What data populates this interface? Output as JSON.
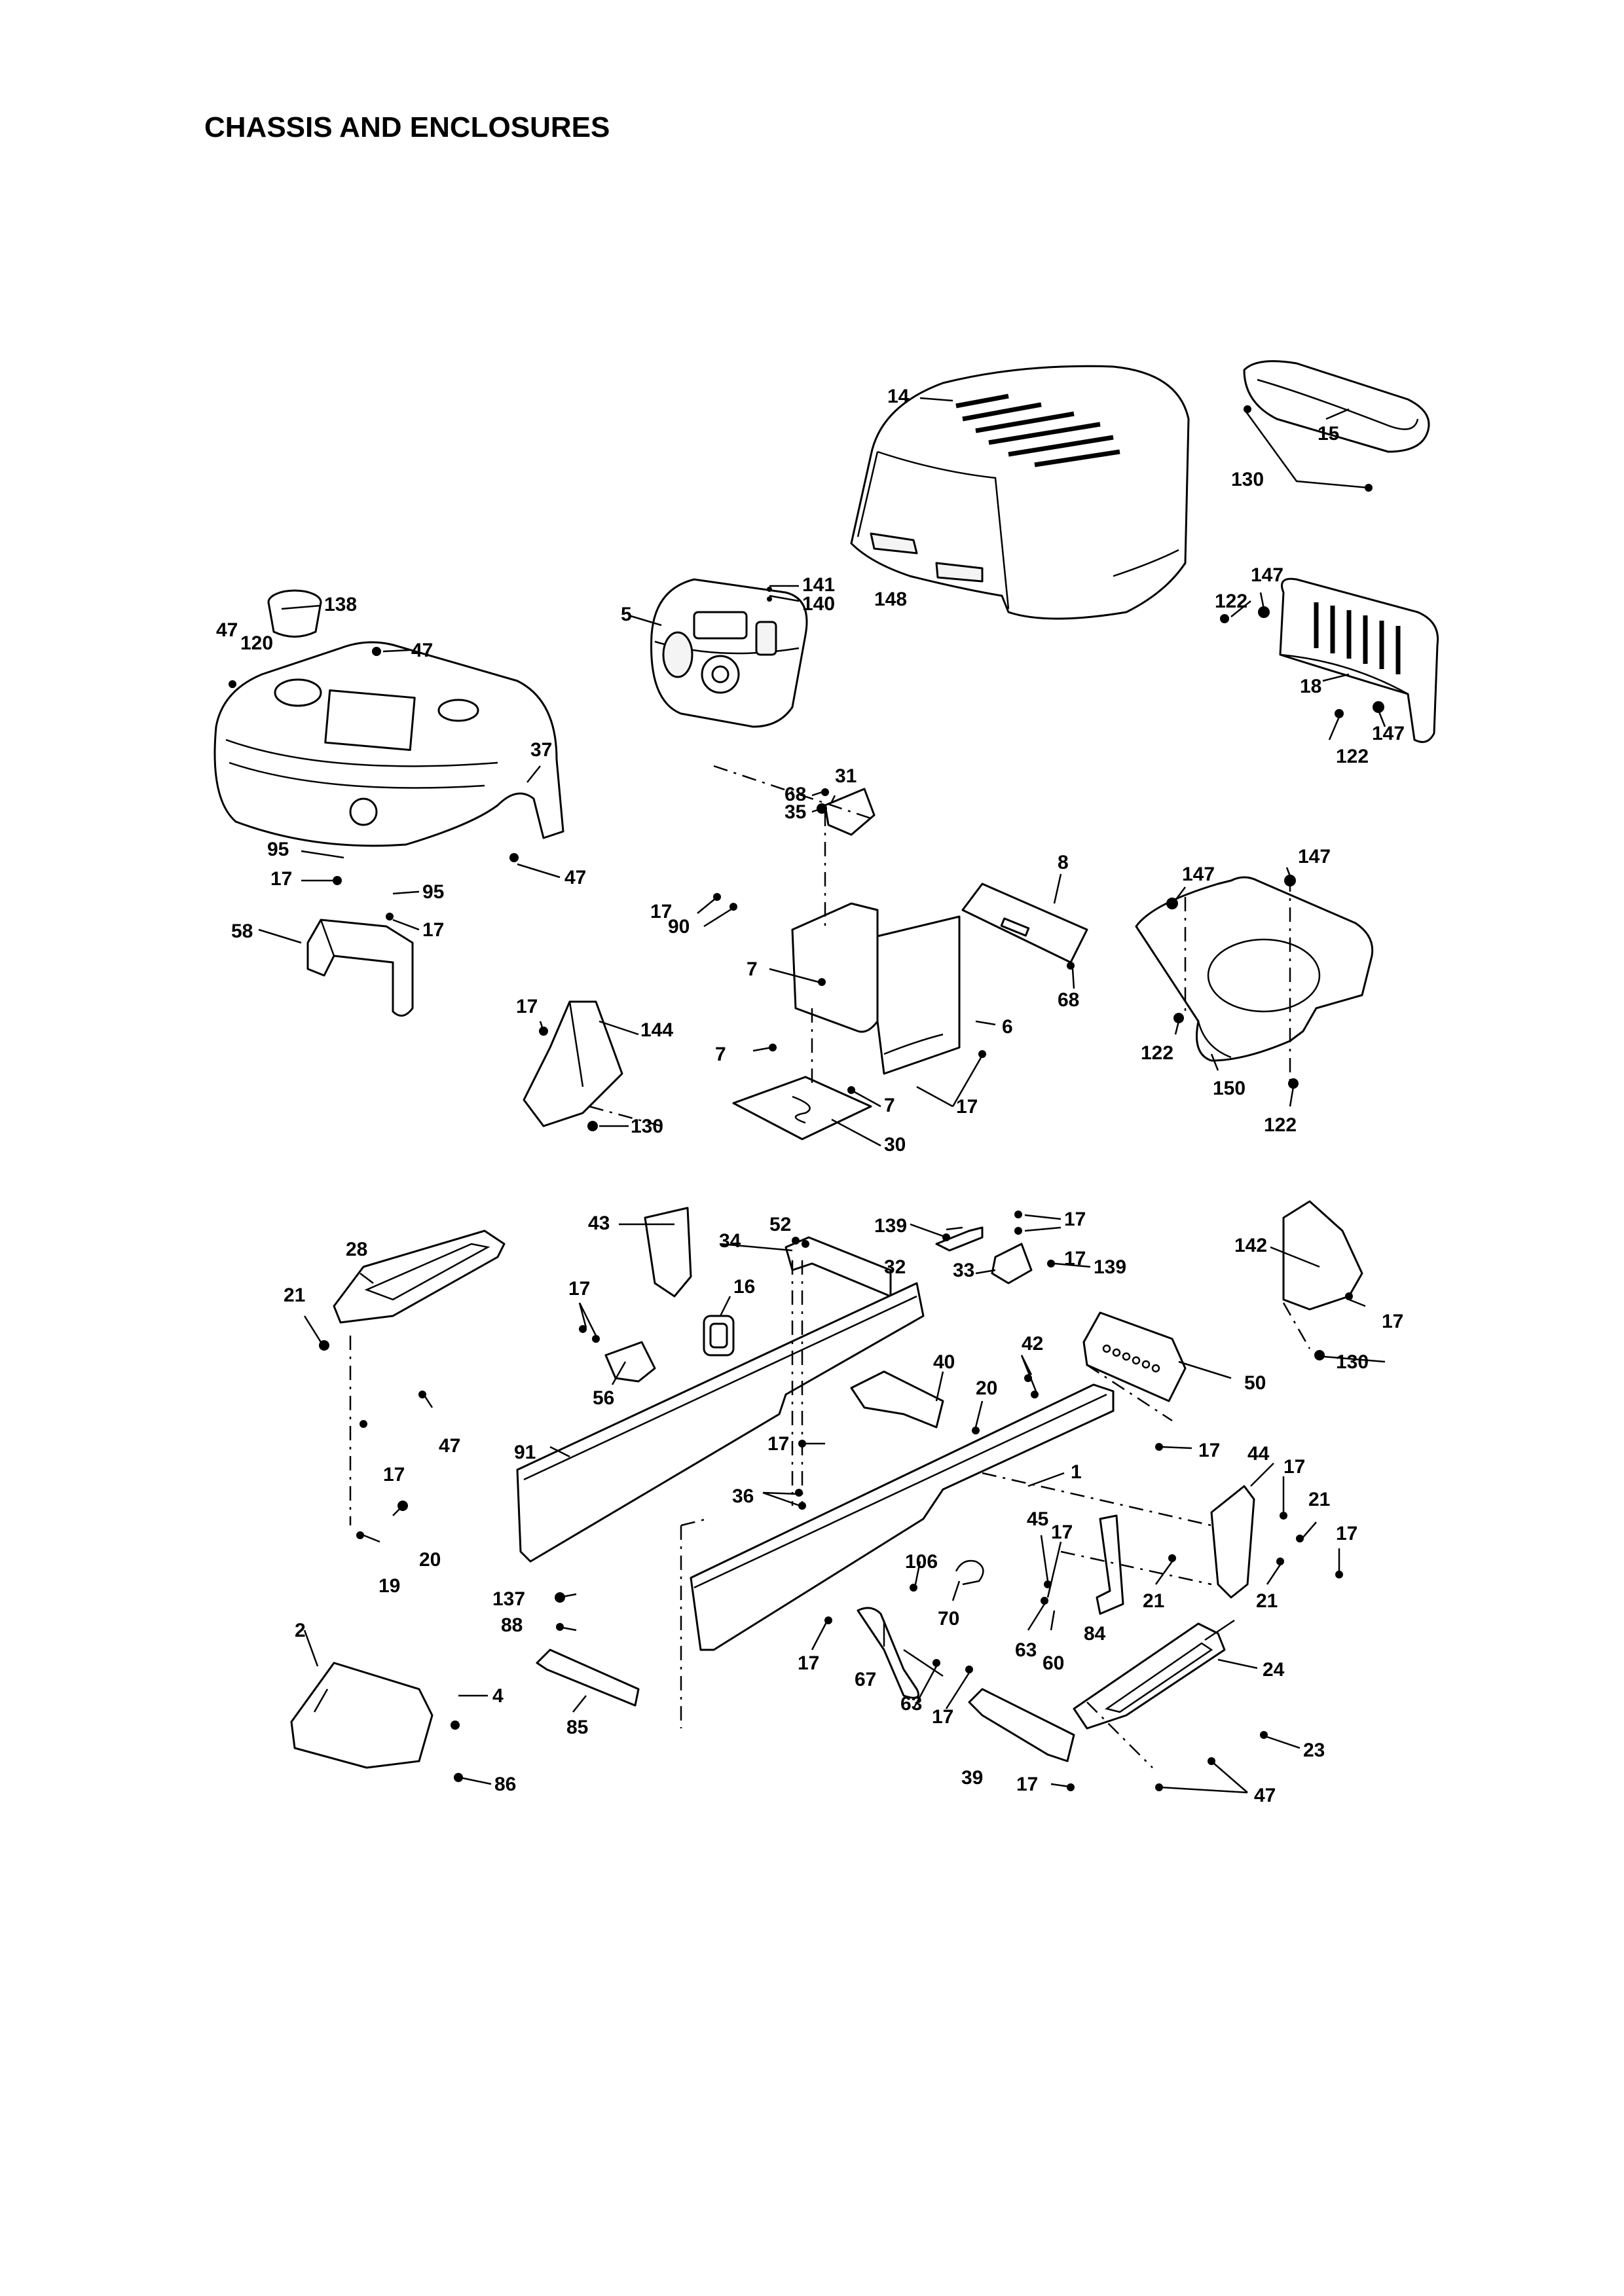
{
  "title": "CHASSIS AND ENCLOSURES",
  "labels": [
    {
      "id": "l14",
      "text": "14"
    },
    {
      "id": "l15",
      "text": "15"
    },
    {
      "id": "l130a",
      "text": "130"
    },
    {
      "id": "l141",
      "text": "141"
    },
    {
      "id": "l140",
      "text": "140"
    },
    {
      "id": "l148",
      "text": "148"
    },
    {
      "id": "l5",
      "text": "5"
    },
    {
      "id": "l147a",
      "text": "147"
    },
    {
      "id": "l122a",
      "text": "122"
    },
    {
      "id": "l18",
      "text": "18"
    },
    {
      "id": "l147b",
      "text": "147"
    },
    {
      "id": "l122b",
      "text": "122"
    },
    {
      "id": "l138",
      "text": "138"
    },
    {
      "id": "l47a",
      "text": "47"
    },
    {
      "id": "l120",
      "text": "120"
    },
    {
      "id": "l47b",
      "text": "47"
    },
    {
      "id": "l37",
      "text": "37"
    },
    {
      "id": "l95a",
      "text": "95"
    },
    {
      "id": "l17a",
      "text": "17"
    },
    {
      "id": "l47c",
      "text": "47"
    },
    {
      "id": "l95b",
      "text": "95"
    },
    {
      "id": "l17b",
      "text": "17"
    },
    {
      "id": "l58",
      "text": "58"
    },
    {
      "id": "l68a",
      "text": "68"
    },
    {
      "id": "l31",
      "text": "31"
    },
    {
      "id": "l35",
      "text": "35"
    },
    {
      "id": "l8",
      "text": "8"
    },
    {
      "id": "l147c",
      "text": "147"
    },
    {
      "id": "l147d",
      "text": "147"
    },
    {
      "id": "l17c",
      "text": "17"
    },
    {
      "id": "l90",
      "text": "90"
    },
    {
      "id": "l7a",
      "text": "7"
    },
    {
      "id": "l6",
      "text": "6"
    },
    {
      "id": "l68b",
      "text": "68"
    },
    {
      "id": "l122c",
      "text": "122"
    },
    {
      "id": "l150",
      "text": "150"
    },
    {
      "id": "l122d",
      "text": "122"
    },
    {
      "id": "l17d",
      "text": "17"
    },
    {
      "id": "l144",
      "text": "144"
    },
    {
      "id": "l7b",
      "text": "7"
    },
    {
      "id": "l7c",
      "text": "7"
    },
    {
      "id": "l17e",
      "text": "17"
    },
    {
      "id": "l130b",
      "text": "130"
    },
    {
      "id": "l30",
      "text": "30"
    },
    {
      "id": "l43",
      "text": "43"
    },
    {
      "id": "l52",
      "text": "52"
    },
    {
      "id": "l139a",
      "text": "139"
    },
    {
      "id": "l17f",
      "text": "17"
    },
    {
      "id": "l32",
      "text": "32"
    },
    {
      "id": "l17g",
      "text": "17"
    },
    {
      "id": "l34",
      "text": "34"
    },
    {
      "id": "l33",
      "text": "33"
    },
    {
      "id": "l139b",
      "text": "139"
    },
    {
      "id": "l142",
      "text": "142"
    },
    {
      "id": "l28",
      "text": "28"
    },
    {
      "id": "l21a",
      "text": "21"
    },
    {
      "id": "l17h",
      "text": "17"
    },
    {
      "id": "l16",
      "text": "16"
    },
    {
      "id": "l17i",
      "text": "17"
    },
    {
      "id": "l130c",
      "text": "130"
    },
    {
      "id": "l56",
      "text": "56"
    },
    {
      "id": "l40",
      "text": "40"
    },
    {
      "id": "l42",
      "text": "42"
    },
    {
      "id": "l50",
      "text": "50"
    },
    {
      "id": "l20a",
      "text": "20"
    },
    {
      "id": "l47d",
      "text": "47"
    },
    {
      "id": "l91",
      "text": "91"
    },
    {
      "id": "l17j",
      "text": "17"
    },
    {
      "id": "l17k",
      "text": "17"
    },
    {
      "id": "l17l",
      "text": "17"
    },
    {
      "id": "l44",
      "text": "44"
    },
    {
      "id": "l17m",
      "text": "17"
    },
    {
      "id": "l1",
      "text": "1"
    },
    {
      "id": "l21b",
      "text": "21"
    },
    {
      "id": "l36",
      "text": "36"
    },
    {
      "id": "l45",
      "text": "45"
    },
    {
      "id": "l17n",
      "text": "17"
    },
    {
      "id": "l17o",
      "text": "17"
    },
    {
      "id": "l20b",
      "text": "20"
    },
    {
      "id": "l19",
      "text": "19"
    },
    {
      "id": "l106",
      "text": "106"
    },
    {
      "id": "l21c",
      "text": "21"
    },
    {
      "id": "l21d",
      "text": "21"
    },
    {
      "id": "l137",
      "text": "137"
    },
    {
      "id": "l70",
      "text": "70"
    },
    {
      "id": "l88",
      "text": "88"
    },
    {
      "id": "l84",
      "text": "84"
    },
    {
      "id": "l63a",
      "text": "63"
    },
    {
      "id": "l60",
      "text": "60"
    },
    {
      "id": "l2",
      "text": "2"
    },
    {
      "id": "l17p",
      "text": "17"
    },
    {
      "id": "l67",
      "text": "67"
    },
    {
      "id": "l24",
      "text": "24"
    },
    {
      "id": "l4",
      "text": "4"
    },
    {
      "id": "l63b",
      "text": "63"
    },
    {
      "id": "l17q",
      "text": "17"
    },
    {
      "id": "l85",
      "text": "85"
    },
    {
      "id": "l23",
      "text": "23"
    },
    {
      "id": "l86",
      "text": "86"
    },
    {
      "id": "l39",
      "text": "39"
    },
    {
      "id": "l17r",
      "text": "17"
    },
    {
      "id": "l47e",
      "text": "47"
    }
  ]
}
